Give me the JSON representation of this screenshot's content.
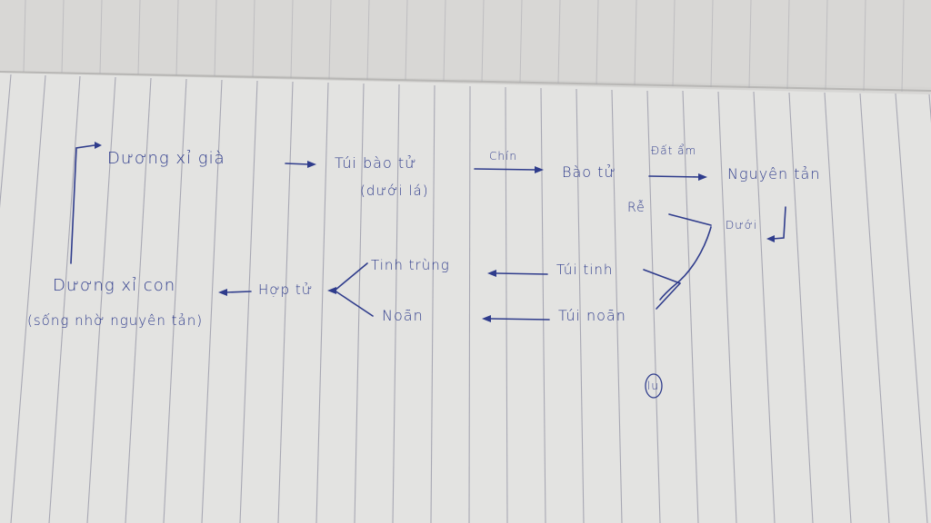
{
  "diagram": {
    "nodes": {
      "adult_fern": "Dương xỉ già",
      "sporangium": "Túi bào tử",
      "sporangium_note": "(dưới lá)",
      "spore": "Bào tử",
      "prothallus": "Nguyên tản",
      "root": "Rễ",
      "underside": "Dưới",
      "sperm": "Tinh trùng",
      "antheridium": "Túi tinh",
      "egg": "Noãn",
      "archegonium": "Túi noãn",
      "zygote": "Hợp tử",
      "young_fern": "Dương xỉ con",
      "young_fern_note": "(sống nhờ nguyên tản)"
    },
    "edge_labels": {
      "ripe": "Chín",
      "moist_soil": "Đất ẩm"
    },
    "signature": "lu",
    "ink_color": "#2f3c8c"
  }
}
